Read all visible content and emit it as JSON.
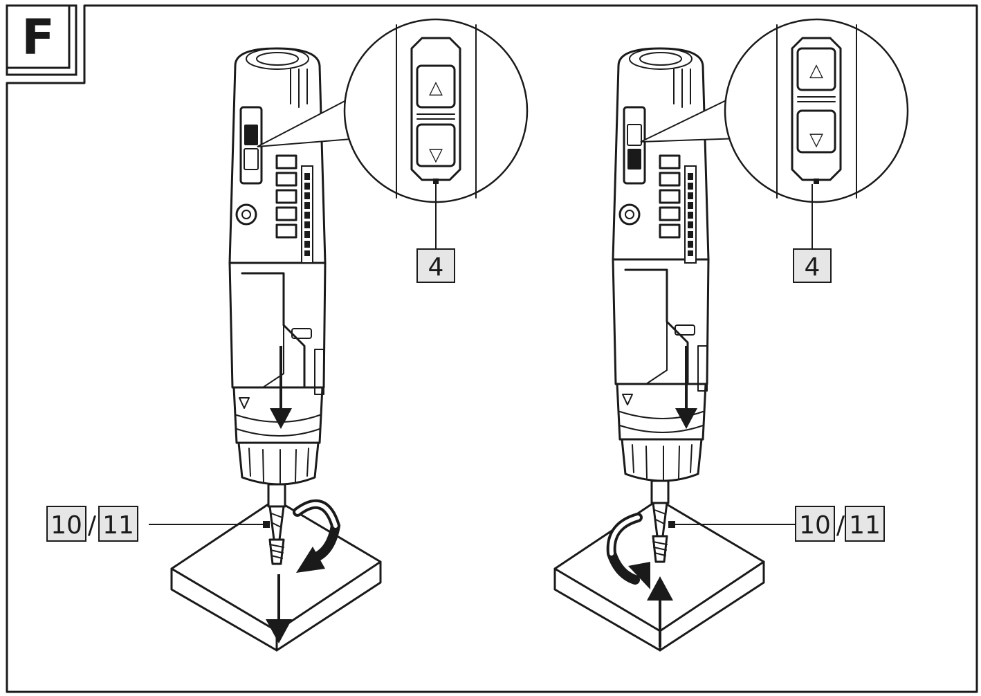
{
  "figure": {
    "letter": "F"
  },
  "left_panel": {
    "switch_label": "4",
    "bit_label_a": "10",
    "bit_label_sep": "/",
    "bit_label_b": "11",
    "switch_up_symbol": "△",
    "switch_down_symbol": "▽",
    "action": "screw-in",
    "icons": [
      "screwdriver-icon",
      "rotate-clockwise-icon",
      "down-arrow-icon",
      "wood-block-icon",
      "magnifier-callout-icon"
    ]
  },
  "right_panel": {
    "switch_label": "4",
    "bit_label_a": "10",
    "bit_label_sep": "/",
    "bit_label_b": "11",
    "switch_up_symbol": "△",
    "switch_down_symbol": "▽",
    "action": "screw-out",
    "icons": [
      "screwdriver-icon",
      "rotate-counterclockwise-icon",
      "up-arrow-icon",
      "wood-block-icon",
      "magnifier-callout-icon"
    ]
  },
  "colors": {
    "ink": "#1a1a1a",
    "label_fill": "#e6e6e6",
    "background": "#ffffff"
  }
}
